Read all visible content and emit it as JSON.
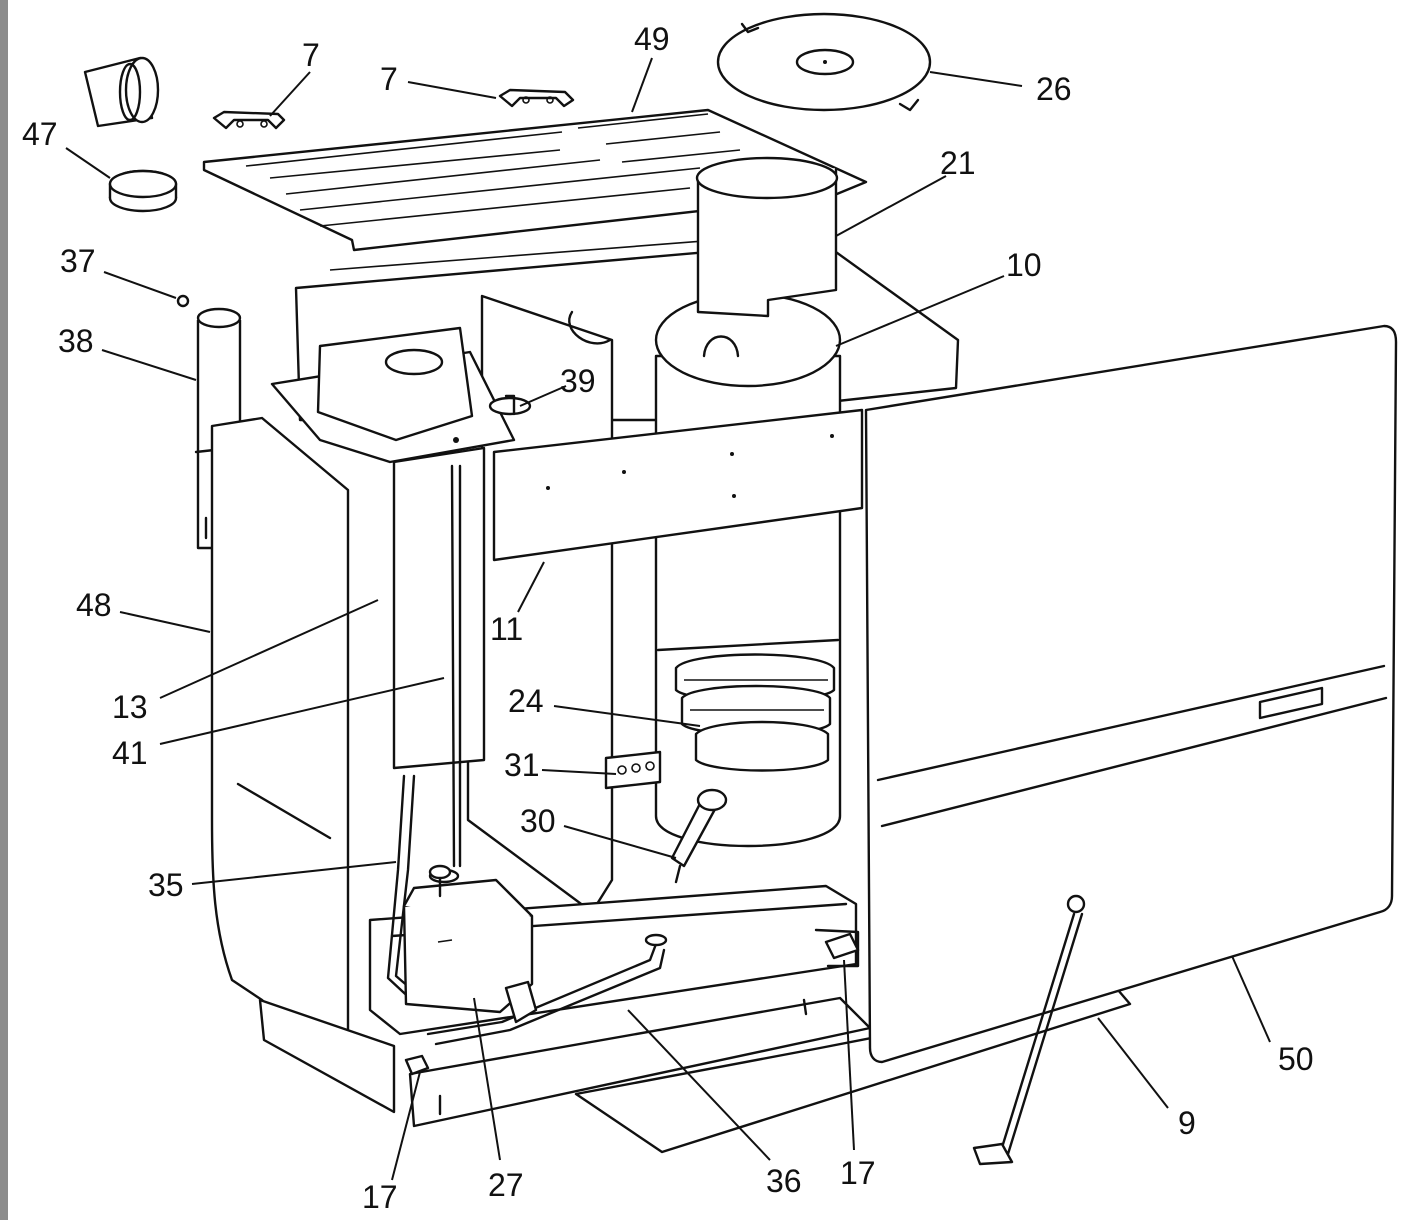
{
  "callouts": [
    {
      "id": "47",
      "text": "47"
    },
    {
      "id": "7a",
      "text": "7"
    },
    {
      "id": "7b",
      "text": "7"
    },
    {
      "id": "49",
      "text": "49"
    },
    {
      "id": "26",
      "text": "26"
    },
    {
      "id": "21",
      "text": "21"
    },
    {
      "id": "37",
      "text": "37"
    },
    {
      "id": "10",
      "text": "10"
    },
    {
      "id": "38",
      "text": "38"
    },
    {
      "id": "39",
      "text": "39"
    },
    {
      "id": "48",
      "text": "48"
    },
    {
      "id": "11",
      "text": "11"
    },
    {
      "id": "13",
      "text": "13"
    },
    {
      "id": "24",
      "text": "24"
    },
    {
      "id": "41",
      "text": "41"
    },
    {
      "id": "31",
      "text": "31"
    },
    {
      "id": "30",
      "text": "30"
    },
    {
      "id": "35",
      "text": "35"
    },
    {
      "id": "50",
      "text": "50"
    },
    {
      "id": "9",
      "text": "9"
    },
    {
      "id": "17a",
      "text": "17"
    },
    {
      "id": "27",
      "text": "27"
    },
    {
      "id": "36",
      "text": "36"
    },
    {
      "id": "17b",
      "text": "17"
    }
  ]
}
